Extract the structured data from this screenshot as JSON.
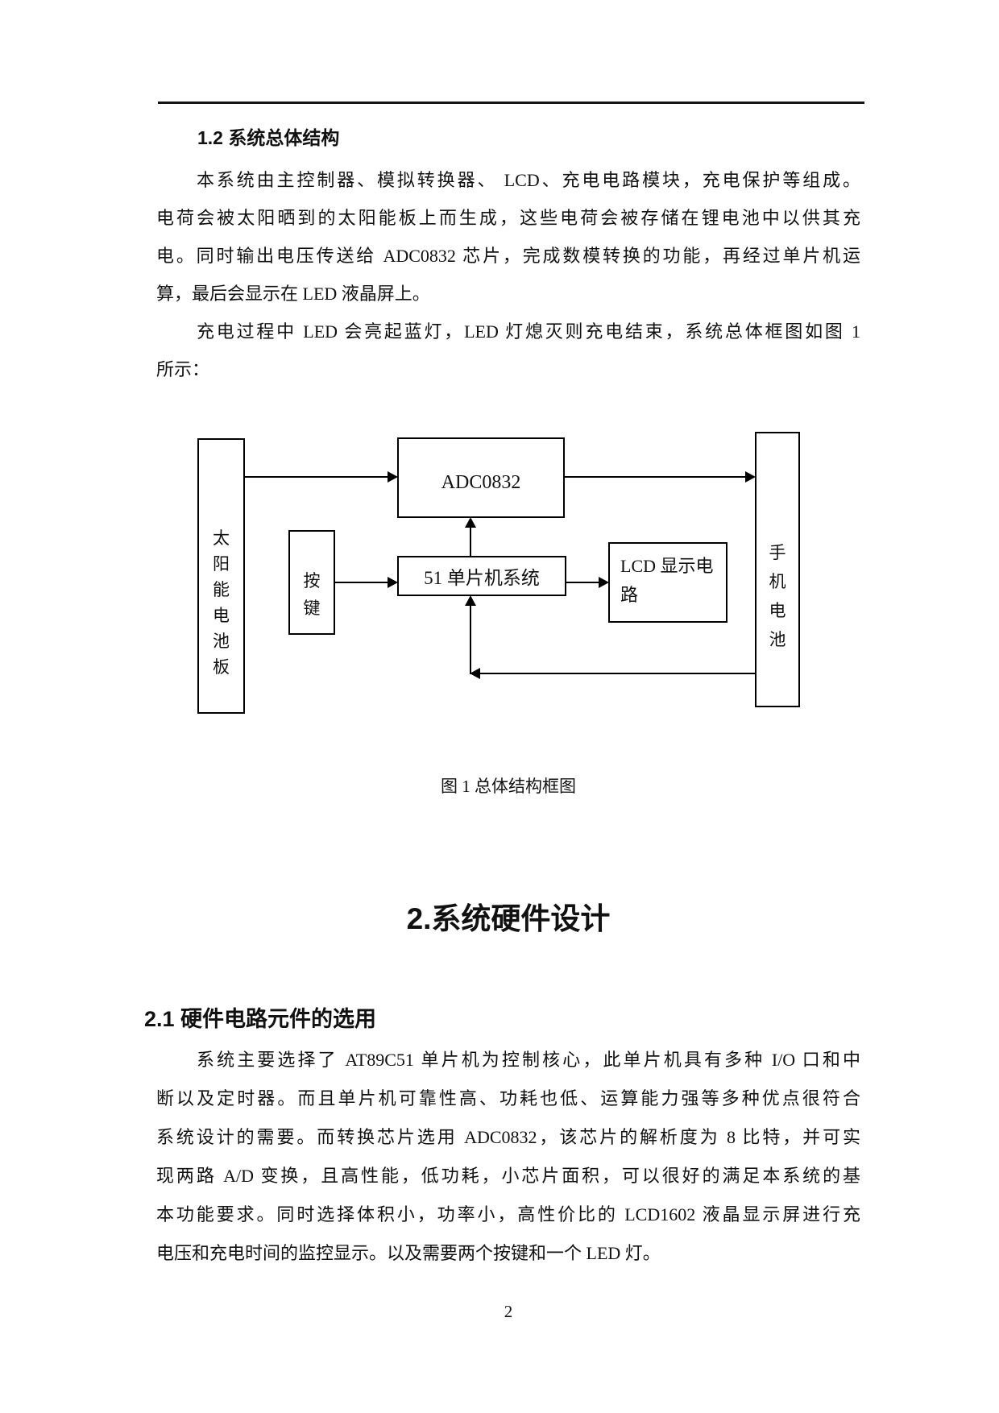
{
  "page": {
    "number": "2"
  },
  "section_1_2": {
    "heading": "1.2 系统总体结构",
    "para1_lines": [
      "本系统由主控制器、模拟转换器、 LCD、充电电路模块，充电保护等组成。",
      "电荷会被太阳晒到的太阳能板上而生成，这些电荷会被存储在锂电池中以供其充",
      "电。同时输出电压传送给 ADC0832 芯片，完成数模转换的功能，再经过单片机运",
      "算，最后会显示在 LED 液晶屏上。"
    ],
    "para2_lines": [
      "充电过程中 LED 会亮起蓝灯，LED 灯熄灭则充电结束，系统总体框图如图 1",
      "所示："
    ]
  },
  "diagram": {
    "caption": "图 1 总体结构框图",
    "boxes": {
      "solar": "太阳能电池板",
      "adc": "ADC0832",
      "button": "按键",
      "mcu": "51 单片机系统",
      "lcd": "LCD 显示电路",
      "phone": "手机电池"
    }
  },
  "section_2": {
    "heading": "2.系统硬件设计"
  },
  "section_2_1": {
    "heading": "2.1 硬件电路元件的选用",
    "para_lines": [
      "系统主要选择了 AT89C51 单片机为控制核心，此单片机具有多种 I/O 口和中",
      "断以及定时器。而且单片机可靠性高、功耗也低、运算能力强等多种优点很符合",
      "系统设计的需要。而转换芯片选用 ADC0832，该芯片的解析度为 8 比特，并可实",
      "现两路 A/D 变换，且高性能，低功耗，小芯片面积，可以很好的满足本系统的基",
      "本功能要求。同时选择体积小，功率小，高性价比的 LCD1602 液晶显示屏进行充",
      "电压和充电时间的监控显示。以及需要两个按键和一个 LED 灯。"
    ]
  }
}
